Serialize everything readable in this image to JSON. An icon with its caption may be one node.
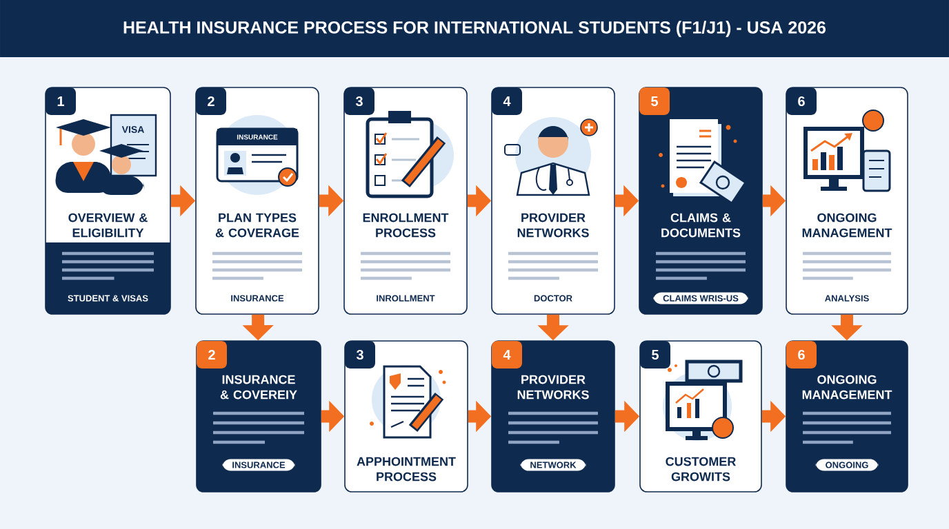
{
  "diagram": {
    "title": "HEALTH INSURANCE PROCESS FOR INTERNATIONAL STUDENTS (F1/J1) - USA 2026",
    "nodes": [
      {
        "text": [
          "1",
          "OVERVIEW & ELIGIBILITY",
          "STUDENT & VISAS"
        ]
      },
      {
        "text": [
          "2",
          "PLAN TYPES & COVERAGE",
          "INSURANCE"
        ]
      },
      {
        "text": [
          "3",
          "ENROLLMENT PROCESS",
          "INROLLMENT"
        ]
      },
      {
        "text": [
          "4",
          "PROVIDER NETWORKS",
          "DOCTOR"
        ]
      },
      {
        "text": [
          "5",
          "CLAIMS & DOCUMENTS",
          "CLAIMS WRIS-US"
        ]
      },
      {
        "text": [
          "6",
          "ONGOING MANAGEMENT",
          "ANALYSIS"
        ]
      },
      {
        "text": [
          "2",
          "INSURANCE & COVEREIY",
          "INSURANCE"
        ]
      },
      {
        "text": [
          "3",
          "APPHOINTMENT PROCESS"
        ]
      },
      {
        "text": [
          "4",
          "PROVIDER NETWORKS",
          "NETWORK"
        ]
      },
      {
        "text": [
          "5",
          "CUSTOMER GROWITS"
        ]
      },
      {
        "text": [
          "6",
          "ONGOING MANAGEMENT",
          "ONGOING"
        ]
      }
    ],
    "edges": [
      {
        "from": 0,
        "to": 1,
        "arrow": "to"
      },
      {
        "from": 1,
        "to": 2,
        "arrow": "to"
      },
      {
        "from": 2,
        "to": 3,
        "arrow": "to"
      },
      {
        "from": 3,
        "to": 4,
        "arrow": "to"
      },
      {
        "from": 4,
        "to": 5,
        "arrow": "to"
      },
      {
        "from": 1,
        "to": 6,
        "arrow": "to"
      },
      {
        "from": 3,
        "to": 8,
        "arrow": "to"
      },
      {
        "from": 5,
        "to": 10,
        "arrow": "to"
      },
      {
        "from": 6,
        "to": 7,
        "arrow": "to"
      },
      {
        "from": 7,
        "to": 8,
        "arrow": "to"
      },
      {
        "from": 8,
        "to": 9,
        "arrow": "to"
      },
      {
        "from": 9,
        "to": 10,
        "arrow": "to"
      }
    ],
    "labels": [
      "VISA",
      "INSURANCE"
    ]
  }
}
